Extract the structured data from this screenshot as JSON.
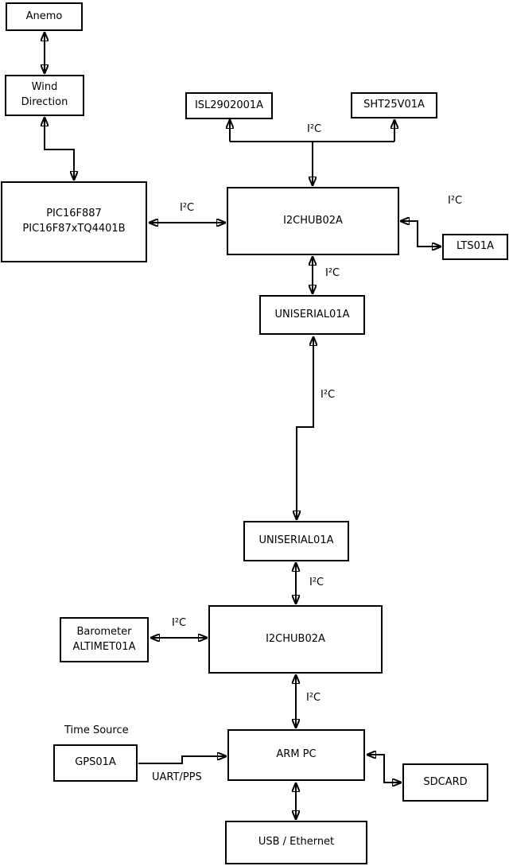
{
  "diagram": {
    "colors": {
      "background": "#ffffff",
      "line": "#000000",
      "text": "#000000"
    },
    "boxes": {
      "anemo": {
        "label": "Anemo"
      },
      "wind_direction": {
        "label": "Wind\nDirection"
      },
      "pic_mcu": {
        "label": "PIC16F887\nPIC16F87xTQ4401B"
      },
      "isl_sensor": {
        "label": "ISL2902001A"
      },
      "sht_sensor": {
        "label": "SHT25V01A"
      },
      "i2c_hub_top": {
        "label": "I2CHUB02A"
      },
      "lts_sensor": {
        "label": "LTS01A"
      },
      "uniserial_top": {
        "label": "UNISERIAL01A"
      },
      "uniserial_mid": {
        "label": "UNISERIAL01A"
      },
      "i2c_hub_bottom": {
        "label": "I2CHUB02A"
      },
      "barometer": {
        "label": "Barometer\nALTIMET01A"
      },
      "gps": {
        "label": "GPS01A"
      },
      "arm_pc": {
        "label": "ARM PC"
      },
      "sdcard": {
        "label": "SDCARD"
      },
      "usb_ethernet": {
        "label": "USB / Ethernet"
      }
    },
    "edge_labels": {
      "time_source": "Time Source",
      "uart_pps": "UART/PPS",
      "sensors_bus_i2c": "I²C",
      "pic_hub_i2c": "I²C",
      "hub_lts_i2c": "I²C",
      "hub_uniserial_i2c": "I²C",
      "uniserial_link_i2c": "I²C",
      "uniserial_hub2_i2c": "I²C",
      "barometer_hub_i2c": "I²C",
      "hub2_armpc_i2c": "I²C"
    }
  }
}
